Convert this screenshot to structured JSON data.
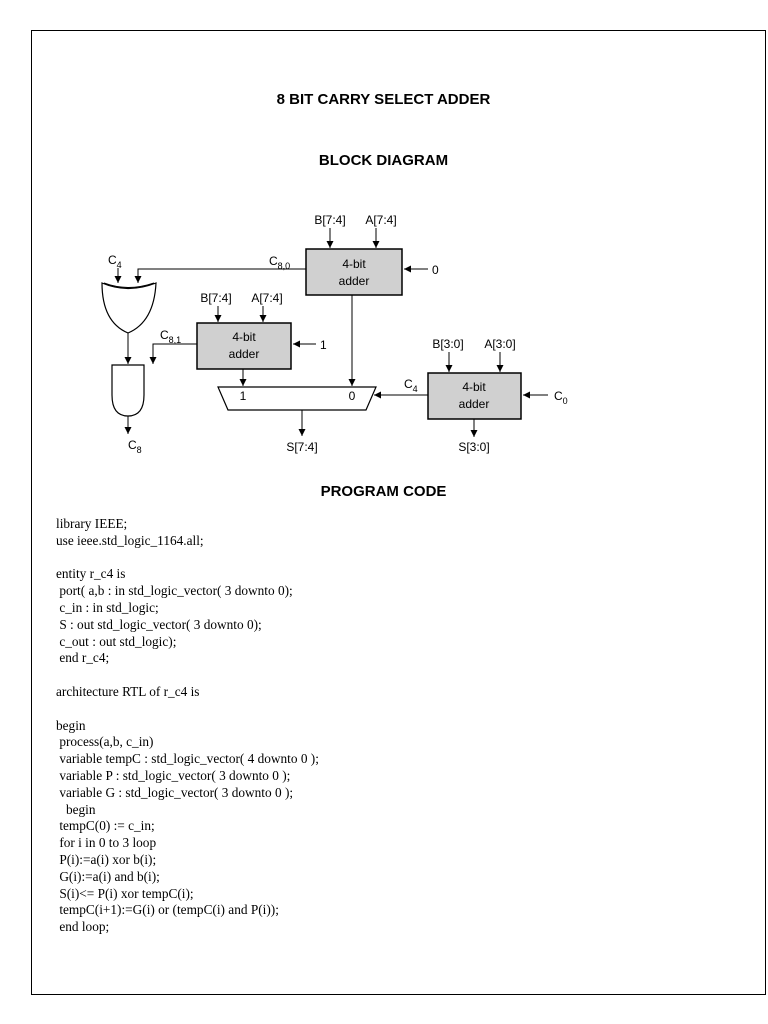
{
  "document": {
    "title": "8 BIT CARRY SELECT ADDER",
    "section_diagram": "BLOCK DIAGRAM",
    "section_code": "PROGRAM CODE"
  },
  "diagram": {
    "adder_top": {
      "line1": "4-bit",
      "line2": "adder",
      "in_b": "B[7:4]",
      "in_a": "A[7:4]",
      "carry_in": "0",
      "carry_out_main": "C",
      "carry_out_sub": "8,0"
    },
    "adder_mid": {
      "line1": "4-bit",
      "line2": "adder",
      "in_b": "B[7:4]",
      "in_a": "A[7:4]",
      "carry_in": "1",
      "carry_out_main": "C",
      "carry_out_sub": "8,1"
    },
    "adder_low": {
      "line1": "4-bit",
      "line2": "adder",
      "in_b": "B[3:0]",
      "in_a": "A[3:0]",
      "carry_in_main": "C",
      "carry_in_sub": "0",
      "sum": "S[3:0]",
      "carry_out_main": "C",
      "carry_out_sub": "4"
    },
    "mux": {
      "in1": "1",
      "in0": "0",
      "out": "S[7:4]"
    },
    "c4_label": {
      "main": "C",
      "sub": "4"
    },
    "c8_label": {
      "main": "C",
      "sub": "8"
    }
  },
  "code_lines": [
    "library IEEE;",
    "use ieee.std_logic_1164.all;",
    "",
    "entity r_c4 is",
    " port( a,b : in std_logic_vector( 3 downto 0);",
    " c_in : in std_logic;",
    " S : out std_logic_vector( 3 downto 0);",
    " c_out : out std_logic);",
    " end r_c4;",
    "",
    "architecture RTL of r_c4 is",
    "",
    "begin",
    " process(a,b, c_in)",
    " variable tempC : std_logic_vector( 4 downto 0 );",
    " variable P : std_logic_vector( 3 downto 0 );",
    " variable G : std_logic_vector( 3 downto 0 );",
    "   begin",
    " tempC(0) := c_in;",
    " for i in 0 to 3 loop",
    " P(i):=a(i) xor b(i);",
    " G(i):=a(i) and b(i);",
    " S(i)<= P(i) xor tempC(i);",
    " tempC(i+1):=G(i) or (tempC(i) and P(i));",
    " end loop;"
  ]
}
